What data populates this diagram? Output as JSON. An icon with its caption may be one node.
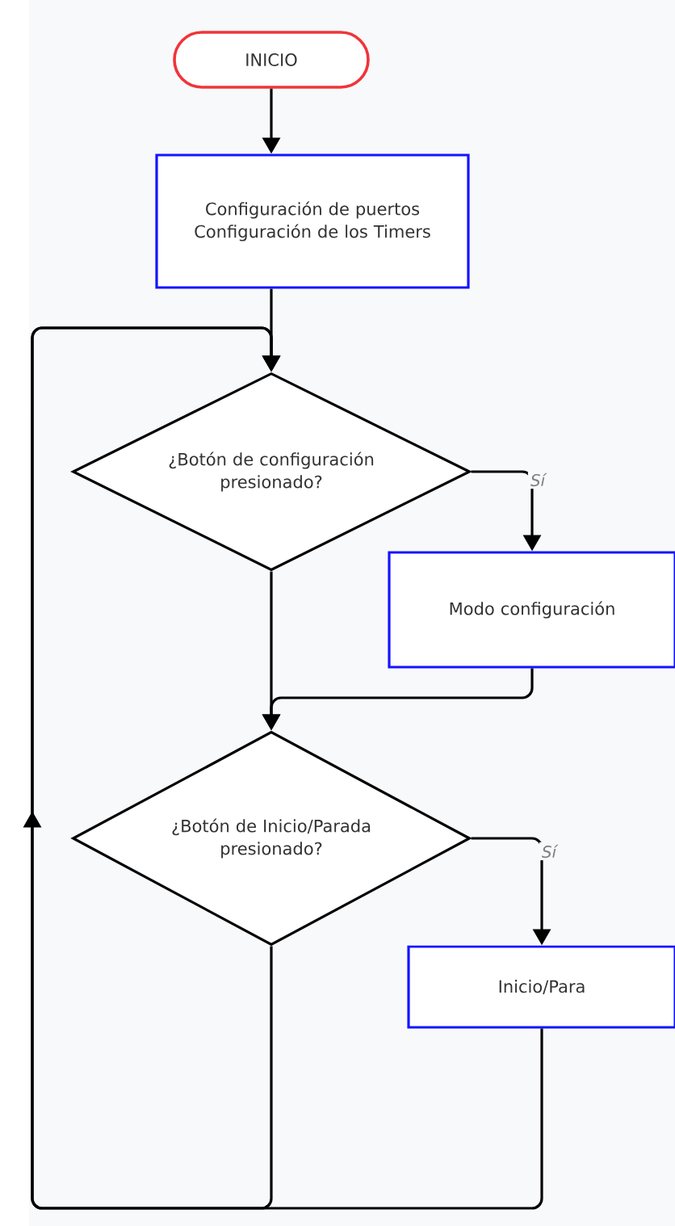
{
  "diagram": {
    "nodes": [
      {
        "text": [
          "INICIO"
        ]
      },
      {
        "text": [
          "Configuración de puertos Configuración de los Timers"
        ]
      },
      {
        "text": [
          "¿Botón de configuración presionado?"
        ]
      },
      {
        "text": [
          "Modo configuración"
        ]
      },
      {
        "text": [
          "¿Botón de Inicio/Parada presionado?"
        ]
      },
      {
        "text": [
          "Inicio/Para"
        ]
      }
    ],
    "edges": [
      {
        "from": 0,
        "to": 1,
        "arrow": "to"
      },
      {
        "from": 1,
        "to": 2,
        "arrow": "to"
      },
      {
        "from": 2,
        "to": 3,
        "arrow": "to",
        "label": "Sí"
      },
      {
        "from": 3,
        "to": 4,
        "arrow": "to"
      },
      {
        "from": 2,
        "to": 4,
        "arrow": "to"
      },
      {
        "from": 4,
        "to": 5,
        "arrow": "to",
        "label": "Sí"
      },
      {
        "from": 4,
        "to": 2,
        "arrow": "to"
      },
      {
        "from": 5,
        "to": 2,
        "arrow": "to"
      }
    ]
  }
}
